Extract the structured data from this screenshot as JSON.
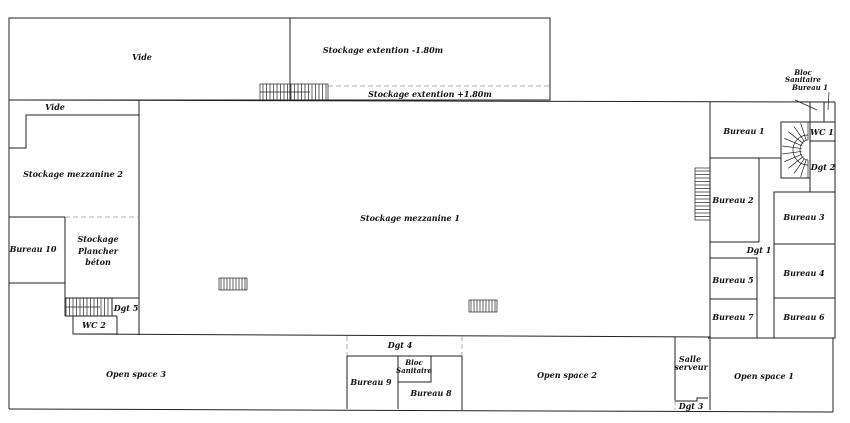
{
  "rooms": {
    "vide_top": "Vide",
    "stockage_ext_minus": "Stockage extention -1.80m",
    "stockage_ext_plus": "Stockage extention +1.80m",
    "vide_left": "Vide",
    "stockage_mezz_2": "Stockage mezzanine 2",
    "stockage_mezz_1": "Stockage mezzanine 1",
    "bureau_10": "Bureau 10",
    "stockage_plancher": [
      "Stockage",
      "Plancher",
      "béton"
    ],
    "dgt_5": "Dgt 5",
    "wc_2": "WC 2",
    "open_space_3": "Open space 3",
    "dgt_4": "Dgt 4",
    "bureau_9": "Bureau 9",
    "bloc_sanitaire_bottom": [
      "Bloc",
      "Sanitaire"
    ],
    "bureau_8": "Bureau 8",
    "open_space_2": "Open space 2",
    "salle_serveur": [
      "Salle",
      "serveur"
    ],
    "dgt_3": "Dgt 3",
    "open_space_1": "Open space 1",
    "bureau_1": "Bureau 1",
    "bloc_sanitaire_bureau_1": [
      "Bloc",
      "Sanitaire",
      "Bureau 1"
    ],
    "wc_1": "WC 1",
    "dgt_2": "Dgt 2",
    "bureau_2": "Bureau 2",
    "bureau_3": "Bureau 3",
    "dgt_1": "Dgt 1",
    "bureau_4": "Bureau 4",
    "bureau_5": "Bureau 5",
    "bureau_6": "Bureau 6",
    "bureau_7": "Bureau 7"
  }
}
